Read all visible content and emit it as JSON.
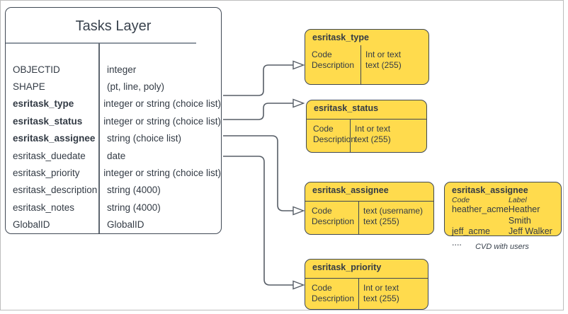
{
  "colors": {
    "domain_fill": "#FFDB4D",
    "shape_border": "#3F4854",
    "connector": "#565D66",
    "text": "#333B45",
    "frame_border": "#BDBDBD"
  },
  "tasks_layer": {
    "title": "Tasks Layer",
    "fields": [
      {
        "name": "OBJECTID",
        "type": "integer"
      },
      {
        "name": "SHAPE",
        "type": "(pt, line, poly)"
      },
      {
        "name": "esritask_type",
        "type": "integer or string (choice list)"
      },
      {
        "name": "esritask_status",
        "type": "integer or string (choice list)"
      },
      {
        "name": "esritask_assignee",
        "type": "string (choice list)"
      },
      {
        "name": "esritask_duedate",
        "type": "date"
      },
      {
        "name": "esritask_priority",
        "type": "integer or string (choice list)"
      },
      {
        "name": "esritask_description",
        "type": "string (4000)"
      },
      {
        "name": "esritask_notes",
        "type": "string (4000)"
      },
      {
        "name": "GlobalID",
        "type": "GlobalID"
      }
    ]
  },
  "domains": [
    {
      "title": "esritask_type",
      "cols": {
        "left": [
          "Code",
          "Description"
        ],
        "right": [
          "Int or text",
          "text (255)"
        ]
      }
    },
    {
      "title": "esritask_status",
      "cols": {
        "left": [
          "Code",
          "Description"
        ],
        "right": [
          "Int or text",
          "text (255)"
        ]
      }
    },
    {
      "title": "esritask_assignee",
      "cols": {
        "left": [
          "Code",
          "Description"
        ],
        "right": [
          "text  (username)",
          "text (255)"
        ]
      }
    },
    {
      "title": "esritask_priority",
      "cols": {
        "left": [
          "Code",
          "Description"
        ],
        "right": [
          "Int or text",
          "text (255)"
        ]
      }
    }
  ],
  "cvd_box": {
    "title": "esritask_assignee",
    "headers": [
      "Code",
      "Label"
    ],
    "rows": [
      {
        "code": "heather_acme",
        "label": "Heather Smith"
      },
      {
        "code": "jeff_acme",
        "label": "Jeff Walker"
      },
      {
        "code": "....",
        "label": ""
      }
    ],
    "caption": "CVD with users"
  }
}
